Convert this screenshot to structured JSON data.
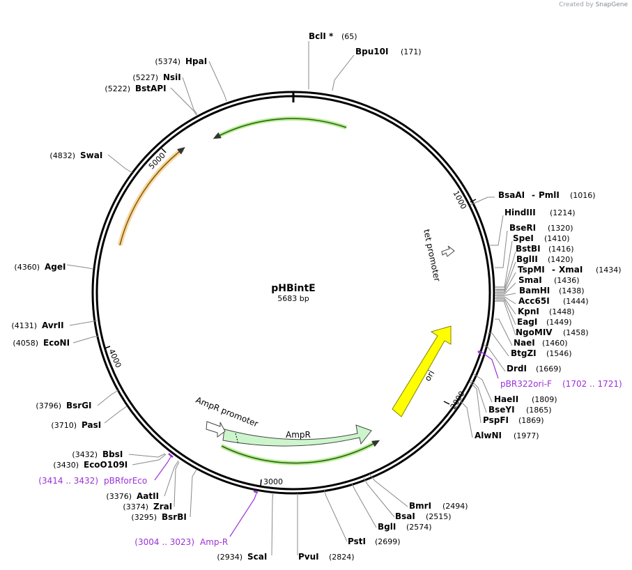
{
  "credit": {
    "prefix": "Created by",
    "brand": "SnapGene"
  },
  "plasmid": {
    "name": "pHBintE",
    "length": "5683 bp",
    "bp": 5683
  },
  "ticks": [
    "1000",
    "2000",
    "3000",
    "4000",
    "5000"
  ],
  "features": [
    {
      "id": "feat-tet-promoter",
      "label": "tet promoter",
      "color": "#ffffff"
    },
    {
      "id": "feat-ori",
      "label": "ori",
      "color": "#ffff00"
    },
    {
      "id": "feat-ampr",
      "label": "AmpR",
      "color": "#ccf5cc"
    },
    {
      "id": "feat-ampr-promoter",
      "label": "AmpR promoter",
      "color": "#ffffff"
    },
    {
      "id": "feat-orange-orf",
      "label": "",
      "color": "#f5d9a6"
    },
    {
      "id": "feat-green-orf",
      "label": "",
      "color": "#b6ef8f"
    }
  ],
  "sites": [
    {
      "name": "BclI *",
      "pos": "(65)"
    },
    {
      "name": "Bpu10I",
      "pos": "(171)"
    },
    {
      "name": "BsaAI",
      "name2": "PmlI",
      "pos": "(1016)"
    },
    {
      "name": "HindIII",
      "pos": "(1214)"
    },
    {
      "name": "BseRI",
      "pos": "(1320)"
    },
    {
      "name": "SpeI",
      "pos": "(1410)"
    },
    {
      "name": "BstBI",
      "pos": "(1416)"
    },
    {
      "name": "BglII",
      "pos": "(1420)"
    },
    {
      "name": "TspMI",
      "name2": "XmaI",
      "pos": "(1434)"
    },
    {
      "name": "SmaI",
      "pos": "(1436)"
    },
    {
      "name": "BamHI",
      "pos": "(1438)"
    },
    {
      "name": "Acc65I",
      "pos": "(1444)"
    },
    {
      "name": "KpnI",
      "pos": "(1448)"
    },
    {
      "name": "EagI",
      "pos": "(1449)"
    },
    {
      "name": "NgoMIV",
      "pos": "(1458)"
    },
    {
      "name": "NaeI",
      "pos": "(1460)"
    },
    {
      "name": "BtgZI",
      "pos": "(1546)"
    },
    {
      "name": "DrdI",
      "pos": "(1669)"
    },
    {
      "name": "HaeII",
      "pos": "(1809)"
    },
    {
      "name": "BseYI",
      "pos": "(1865)"
    },
    {
      "name": "PspFI",
      "pos": "(1869)"
    },
    {
      "name": "AlwNI",
      "pos": "(1977)"
    },
    {
      "name": "BmrI",
      "pos": "(2494)"
    },
    {
      "name": "BsaI",
      "pos": "(2515)"
    },
    {
      "name": "BglI",
      "pos": "(2574)"
    },
    {
      "name": "PstI",
      "pos": "(2699)"
    },
    {
      "name": "PvuI",
      "pos": "(2824)"
    },
    {
      "name": "ScaI",
      "pos": "(2934)"
    },
    {
      "name": "BsrBI",
      "pos": "(3295)"
    },
    {
      "name": "ZraI",
      "pos": "(3374)"
    },
    {
      "name": "AatII",
      "pos": "(3376)"
    },
    {
      "name": "EcoO109I",
      "pos": "(3430)"
    },
    {
      "name": "BbsI",
      "pos": "(3432)"
    },
    {
      "name": "PasI",
      "pos": "(3710)"
    },
    {
      "name": "BsrGI",
      "pos": "(3796)"
    },
    {
      "name": "EcoNI",
      "pos": "(4058)"
    },
    {
      "name": "AvrII",
      "pos": "(4131)"
    },
    {
      "name": "AgeI",
      "pos": "(4360)"
    },
    {
      "name": "SwaI",
      "pos": "(4832)"
    },
    {
      "name": "BstAPI",
      "pos": "(5222)"
    },
    {
      "name": "NsiI",
      "pos": "(5227)"
    },
    {
      "name": "HpaI",
      "pos": "(5374)"
    }
  ],
  "primers": [
    {
      "name": "pBR322ori-F",
      "range": "(1702 .. 1721)"
    },
    {
      "name": "pBRforEco",
      "range": "(3414 .. 3432)"
    },
    {
      "name": "Amp-R",
      "range": "(3004 .. 3023)"
    }
  ],
  "colors": {
    "primer": "#9b30d9",
    "backbone": "#000000",
    "leader": "#888888"
  }
}
